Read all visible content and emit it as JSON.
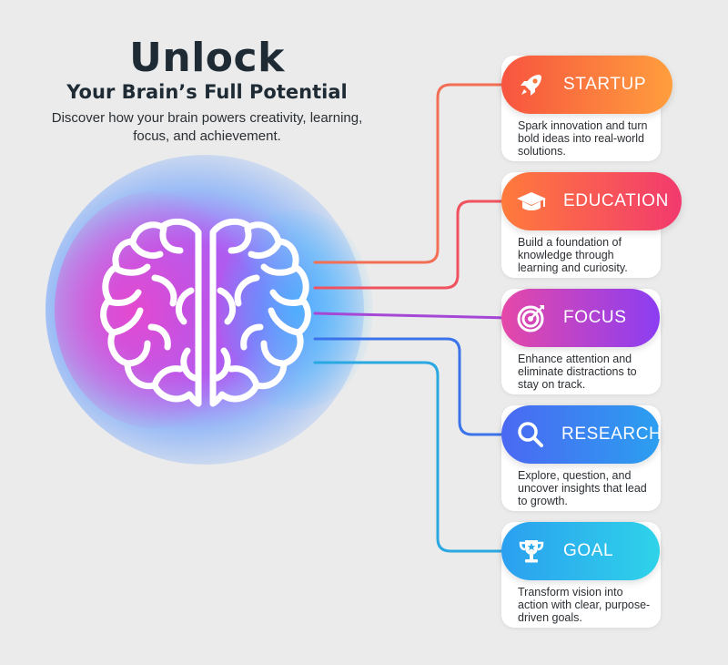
{
  "header": {
    "title": "Unlock",
    "subtitle": "Your Brain’s Full Potential",
    "description": "Discover how your brain powers creativity, learning, focus, and achievement."
  },
  "items": [
    {
      "label": "STARTUP",
      "icon": "rocket-icon",
      "text": "Spark innovation and turn bold ideas into real-world solutions.",
      "color_from": "#f7543f",
      "color_to": "#ff9e3d",
      "line_color": "#f26f55"
    },
    {
      "label": "EDUCATION",
      "icon": "graduation-cap-icon",
      "text": "Build a foundation of knowledge through learning and curiosity.",
      "color_from": "#ff7b3b",
      "color_to": "#f23a6e",
      "line_color": "#f0525f"
    },
    {
      "label": "FOCUS",
      "icon": "target-icon",
      "text": "Enhance attention and eliminate distractions to stay on track.",
      "color_from": "#e548a8",
      "color_to": "#8b3ef2",
      "line_color": "#a648d6"
    },
    {
      "label": "RESEARCH",
      "icon": "search-icon",
      "text": "Explore, question, and uncover insights that lead to growth.",
      "color_from": "#4b68f2",
      "color_to": "#2b9ff0",
      "line_color": "#3b74ea"
    },
    {
      "label": "GOAL",
      "icon": "trophy-icon",
      "text": "Transform vision into action with clear, purpose-driven goals.",
      "color_from": "#2b9ff0",
      "color_to": "#2fd3e9",
      "line_color": "#2aa8e2"
    }
  ]
}
